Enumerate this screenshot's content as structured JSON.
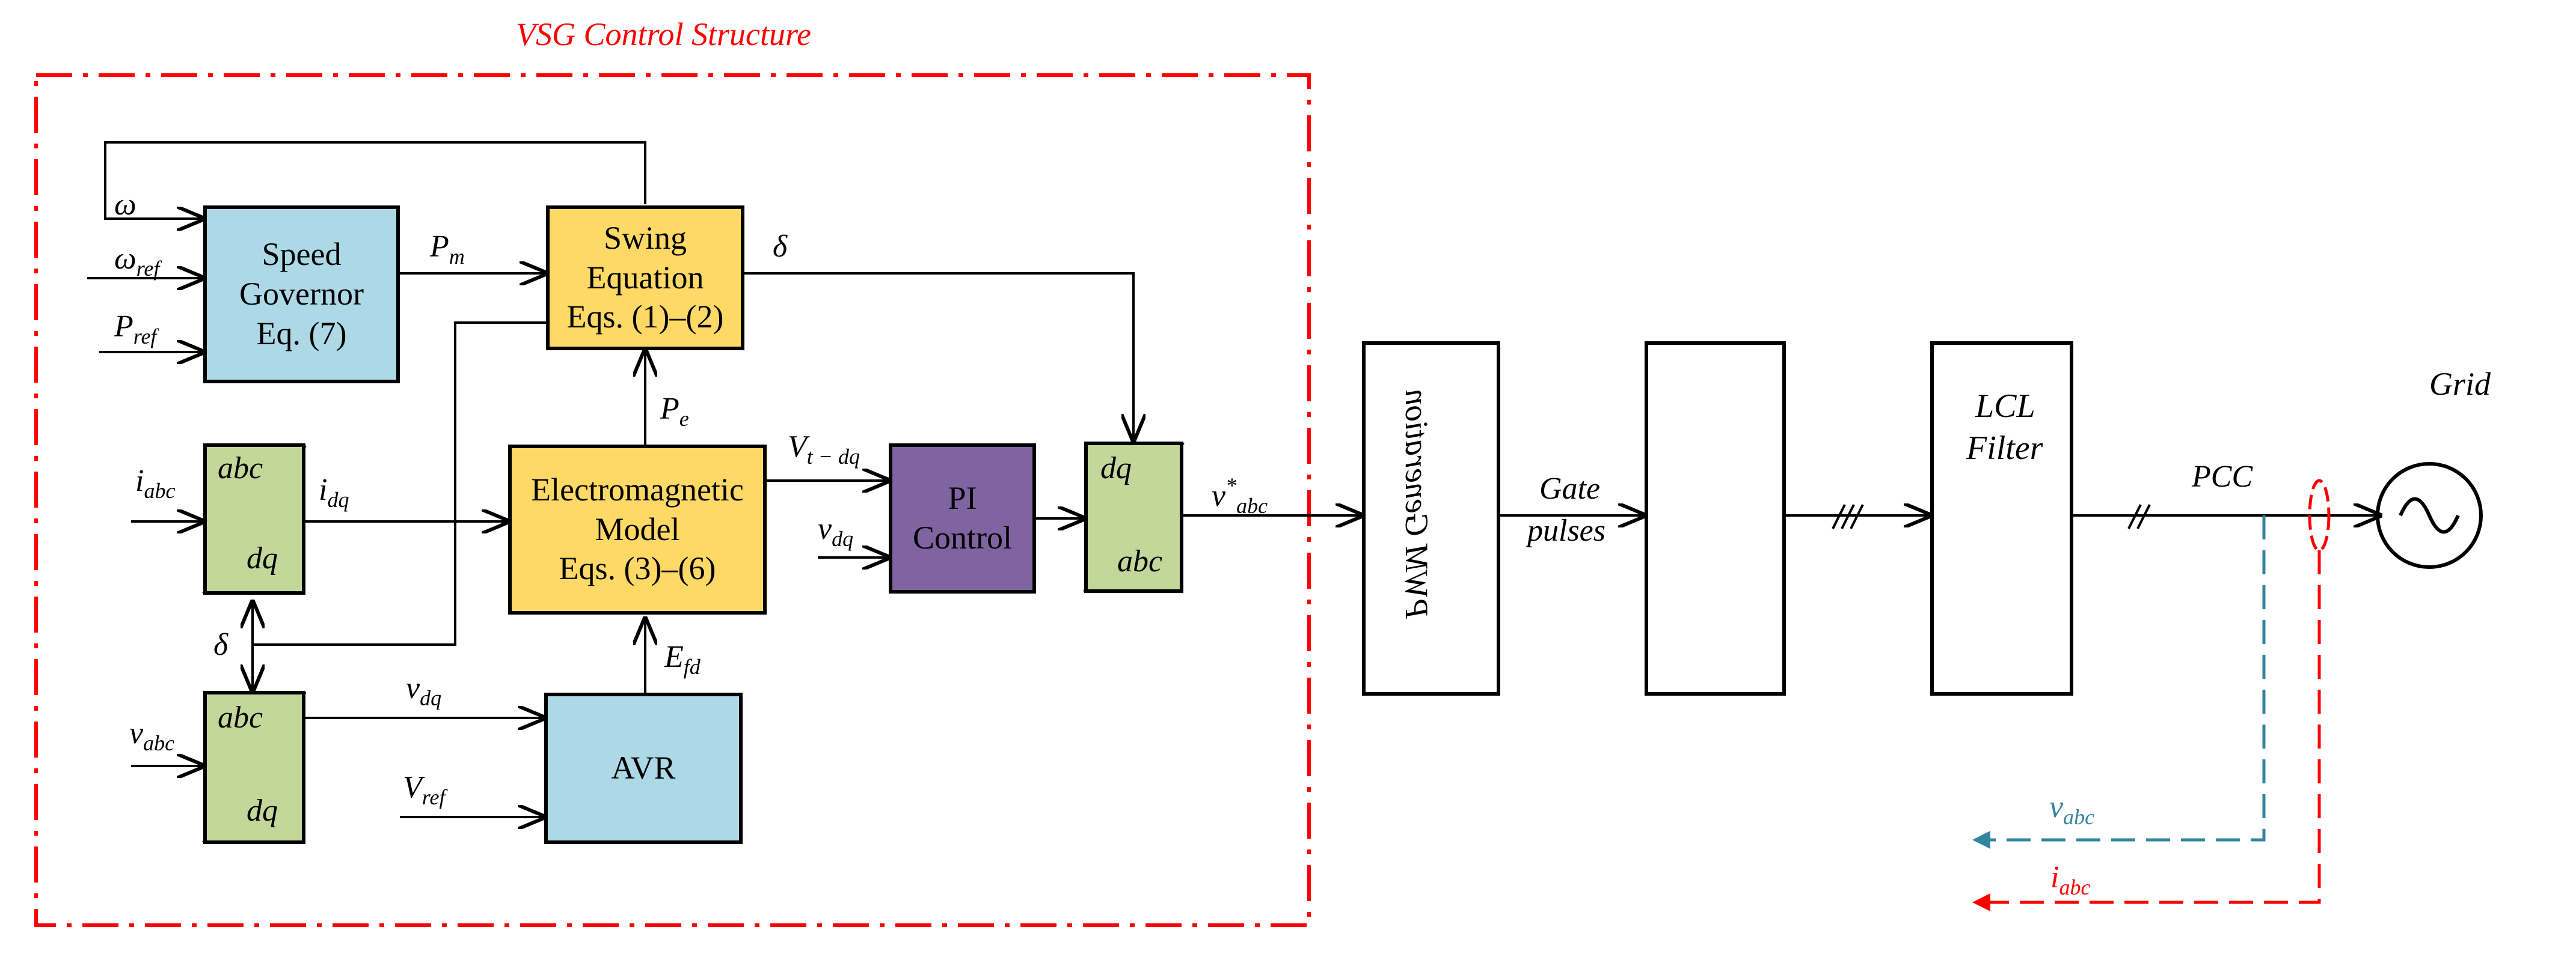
{
  "title": "VSG Control Structure",
  "blocks": {
    "speed_governor": [
      "Speed",
      "Governor",
      "Eq. (7)"
    ],
    "swing_equation": [
      "Swing",
      "Equation",
      "Eqs. (1)–(2)"
    ],
    "electromagnetic_model": [
      "Electromagnetic",
      "Model",
      "Eqs. (3)–(6)"
    ],
    "pi_control": [
      "PI",
      "Control"
    ],
    "avr": "AVR",
    "pwm_generation": "PWM Generation",
    "lcl_filter": [
      "LCL",
      "Filter"
    ],
    "grid": "Grid"
  },
  "transforms": {
    "t1": {
      "top": "abc",
      "bottom": "dq"
    },
    "t2": {
      "top": "abc",
      "bottom": "dq"
    },
    "t3": {
      "top": "dq",
      "bottom": "abc"
    }
  },
  "signals": {
    "omega": "ω",
    "omega_ref": {
      "base": "ω",
      "sub": "ref"
    },
    "p_ref": {
      "base": "P",
      "sub": "ref"
    },
    "p_m": {
      "base": "P",
      "sub": "m"
    },
    "delta_swing": "δ",
    "p_e": {
      "base": "P",
      "sub": "e"
    },
    "i_abc": {
      "base": "i",
      "sub": "abc"
    },
    "i_dq": {
      "base": "i",
      "sub": "dq"
    },
    "v_t_dq": {
      "base": "V",
      "sub": "t − dq"
    },
    "v_dq_pi": {
      "base": "v",
      "sub": "dq"
    },
    "v_abc_star": {
      "base": "v",
      "sub": "abc",
      "sup": "*"
    },
    "delta_left": "δ",
    "v_abc_in": {
      "base": "v",
      "sub": "abc"
    },
    "v_dq_avr": {
      "base": "v",
      "sub": "dq"
    },
    "v_ref": {
      "base": "V",
      "sub": "ref"
    },
    "e_fd": {
      "base": "E",
      "sub": "fd"
    },
    "gate_pulses": [
      "Gate",
      "pulses"
    ],
    "pcc": "PCC",
    "v_abc_meas": {
      "base": "v",
      "sub": "abc"
    },
    "i_abc_meas": {
      "base": "i",
      "sub": "abc"
    }
  },
  "colors": {
    "governor_avr": "#add8e6",
    "swing_em": "#ffd966",
    "pi": "#8064a2",
    "transform": "#c4d79b",
    "control_boundary": "#ff0000",
    "voltage_feedback": "#31859c",
    "current_feedback": "#ff0000"
  }
}
